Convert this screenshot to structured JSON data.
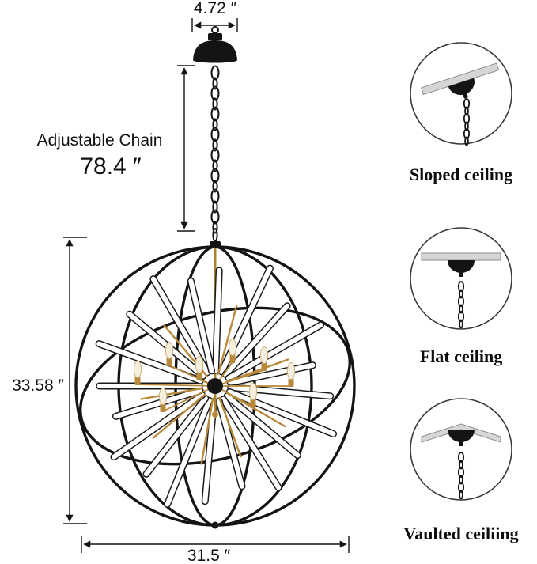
{
  "dimensions": {
    "canopy_width": "4.72 ″",
    "chain": {
      "label": "Adjustable Chain",
      "length": "78.4 ″"
    },
    "orb_height": "33.58 ″",
    "orb_width": "31.5 ″"
  },
  "ceiling_types": [
    {
      "label": "Sloped ceiling"
    },
    {
      "label": "Flat ceiling"
    },
    {
      "label": "Vaulted ceiliing"
    }
  ],
  "colors": {
    "ink": "#141414",
    "brass": "#b8893a",
    "plate": "#d6d6d6",
    "bulb_glass": "#f6efdd",
    "background": "#ffffff"
  }
}
